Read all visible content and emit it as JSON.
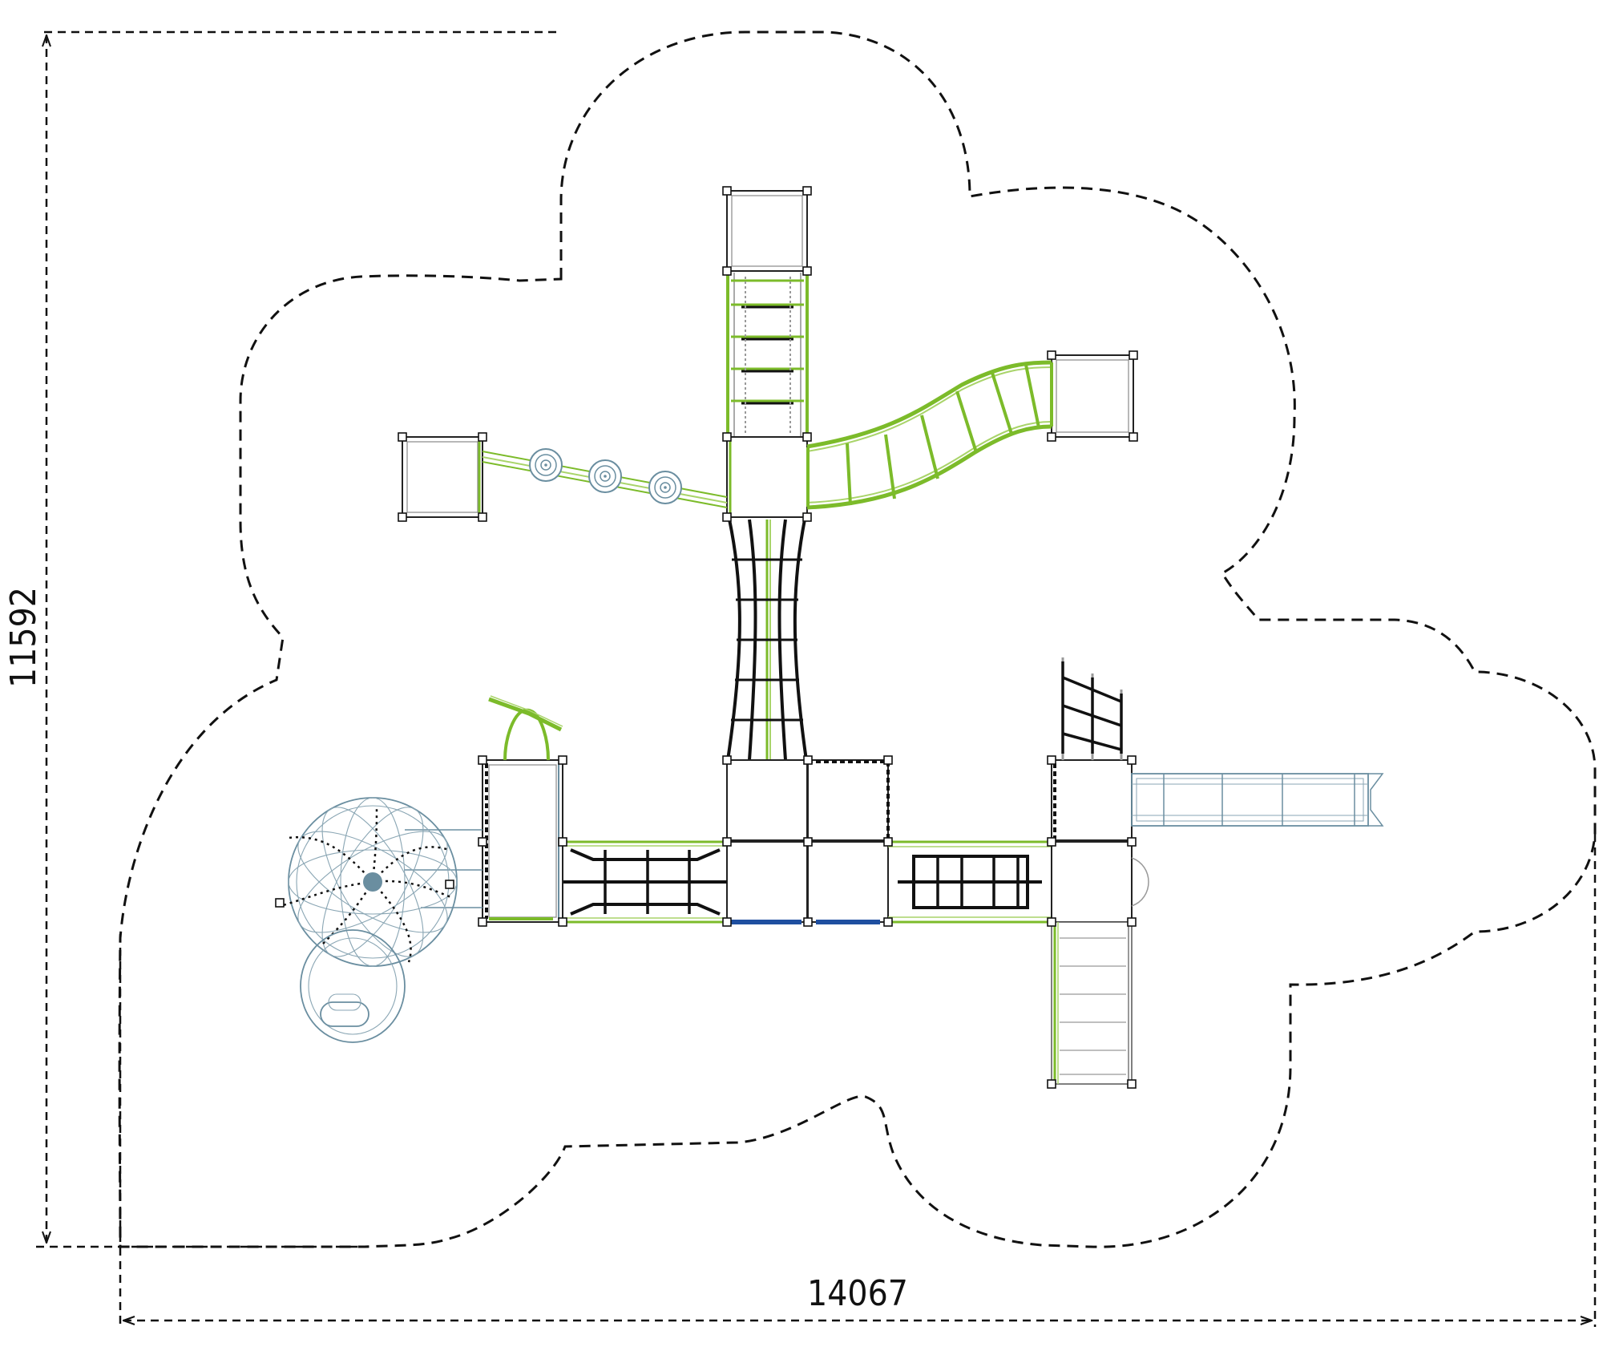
{
  "drawing": {
    "dimensions": {
      "height_mm": "11592",
      "width_mm": "14067"
    },
    "colors": {
      "structure_green": "#7cbb2a",
      "structure_green_light": "#a9d46a",
      "net_black": "#111111",
      "steel_blue_grey": "#6a8ea0",
      "panel_blue": "#1f4fa0",
      "outline": "#222222",
      "safety_zone": "#111111"
    },
    "icons": [
      "safety-zone-outline",
      "dimension-arrow"
    ]
  }
}
